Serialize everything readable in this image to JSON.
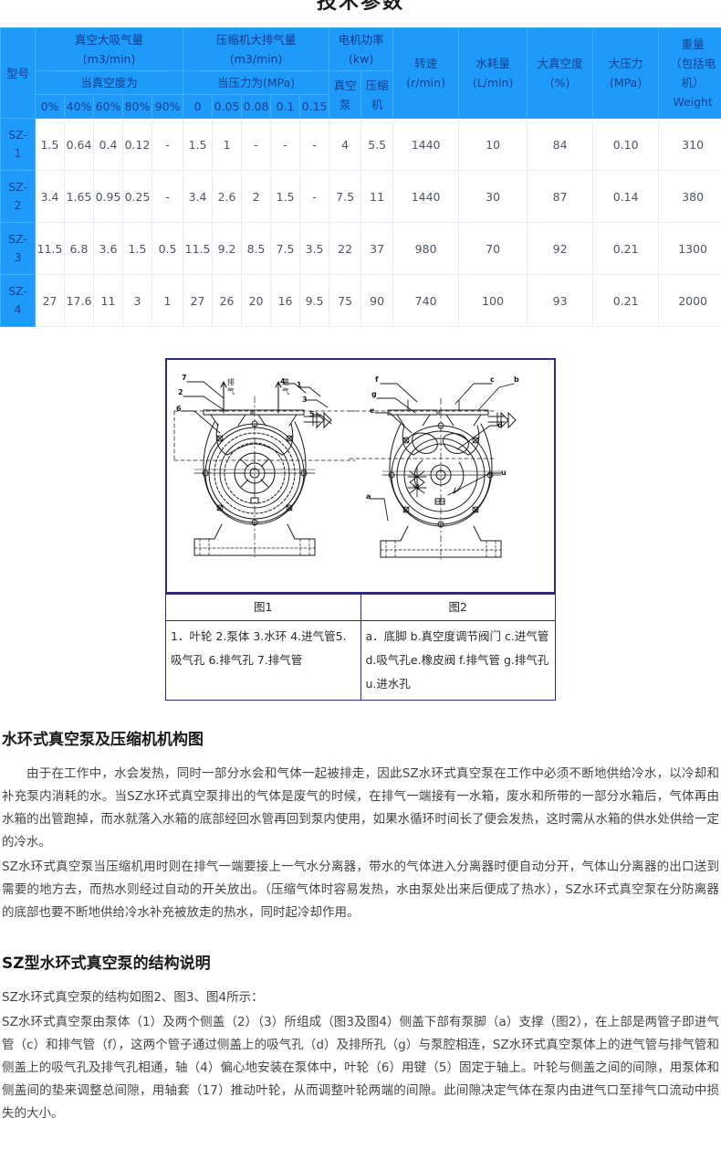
{
  "page": {
    "title": "技术参数"
  },
  "spec_table": {
    "headers": {
      "model": "型号",
      "vacuum_group": "真空大吸气量",
      "vacuum_group_unit": "(m3/min)",
      "vacuum_sub": "当真空度为",
      "compressor_group": "压缩机大排气量",
      "compressor_group_unit": "(m3/min)",
      "compressor_sub": "当压力为(MPa)",
      "motor_group": "电机功率",
      "motor_group_unit": "(kw)",
      "motor_vacuum_l1": "真空",
      "motor_vacuum_l2": "泵",
      "motor_compressor_l1": "压缩",
      "motor_compressor_l2": "机",
      "speed_l1": "转速",
      "speed_l2": "(r/min)",
      "water_l1": "水耗量",
      "water_l2": "(L/min)",
      "maxvac_l1": "大真空度",
      "maxvac_l2": "(%)",
      "maxpress_l1": "大压力",
      "maxpress_l2": "(MPa)",
      "weight_l1": "重量",
      "weight_l2": "（包括电",
      "weight_l3": "机）",
      "weight_l4": "Weight",
      "vacuum_cols": [
        "0%",
        "40%",
        "60%",
        "80%",
        "90%"
      ],
      "pressure_cols": [
        "0",
        "0.05",
        "0.08",
        "0.1",
        "0.15"
      ]
    },
    "rows": [
      {
        "model_l1": "SZ-",
        "model_l2": "1",
        "vacuum": [
          "1.5",
          "0.64",
          "0.4",
          "0.12",
          "-"
        ],
        "pressure": [
          "1.5",
          "1",
          "-",
          "-",
          "-"
        ],
        "motor_vacuum": "4",
        "motor_compressor": "5.5",
        "speed": "1440",
        "water": "10",
        "max_vacuum": "84",
        "max_pressure": "0.10",
        "weight": "310"
      },
      {
        "model_l1": "SZ-",
        "model_l2": "2",
        "vacuum": [
          "3.4",
          "1.65",
          "0.95",
          "0.25",
          "-"
        ],
        "pressure": [
          "3.4",
          "2.6",
          "2",
          "1.5",
          "-"
        ],
        "motor_vacuum": "7.5",
        "motor_compressor": "11",
        "speed": "1440",
        "water": "30",
        "max_vacuum": "87",
        "max_pressure": "0.14",
        "weight": "380"
      },
      {
        "model_l1": "SZ-",
        "model_l2": "3",
        "vacuum": [
          "11.5",
          "6.8",
          "3.6",
          "1.5",
          "0.5"
        ],
        "pressure": [
          "11.5",
          "9.2",
          "8.5",
          "7.5",
          "3.5"
        ],
        "motor_vacuum": "22",
        "motor_compressor": "37",
        "speed": "980",
        "water": "70",
        "max_vacuum": "92",
        "max_pressure": "0.21",
        "weight": "1300"
      },
      {
        "model_l1": "SZ-",
        "model_l2": "4",
        "vacuum": [
          "27",
          "17.6",
          "11",
          "3",
          "1"
        ],
        "pressure": [
          "27",
          "26",
          "20",
          "16",
          "9.5"
        ],
        "motor_vacuum": "75",
        "motor_compressor": "90",
        "speed": "740",
        "water": "100",
        "max_vacuum": "93",
        "max_pressure": "0.21",
        "weight": "2000"
      }
    ]
  },
  "diagram": {
    "fig1_labels": {
      "discharge": "排气",
      "intake": "进气",
      "callouts": [
        "7",
        "2",
        "6",
        "4",
        "1",
        "3",
        "5"
      ]
    },
    "fig2_labels": {
      "callouts": [
        "f",
        "g",
        "e",
        "c",
        "b",
        "d",
        "u",
        "a"
      ]
    },
    "caption_fig1_title": "图1",
    "caption_fig2_title": "图2",
    "caption_fig1_text": "1．叶轮 2.泵体 3.水环 4.进气管5.吸气孔 6.排气孔 7.排气管",
    "caption_fig2_text": "a．底脚 b.真空度调节阀门 c.进气管 d.吸气孔e.橡皮阀 f.排气管 g.排气孔 u.进水孔"
  },
  "article": {
    "section1_heading": "水环式真空泵及压缩机机构图",
    "section1_p1": "由于在工作中，水会发热，同时一部分水会和气体一起被排走，因此SZ水环式真空泵在工作中必须不断地供给冷水，以冷却和补充泵内消耗的水。当SZ水环式真空泵排出的气体是废气的时候，在排气一端接有一水箱，废水和所带的一部分水箱后，气体再由水箱的出管跑掉，而水就落入水箱的底部经回水管再回到泵内使用，如果水循环时间长了便会发热，这时需从水箱的供水处供给一定的冷水。",
    "section1_p2": "SZ水环式真空泵当压缩机用时则在排气一端要接上一气水分离器，带水的气体进入分离器时便自动分开，气体山分离器的出口送到需要的地方去，而热水则经过自动的开关放出。（压缩气体时容易发热，水由泵处出来后便成了热水），SZ水环式真空泵在分防离器的底部也要不断地供给冷水补充被放走的热水，同时起冷却作用。",
    "section2_heading": "SZ型水环式真空泵的结构说明",
    "section2_p1": "SZ水环式真空泵的结构如图2、图3、图4所示：",
    "section2_p2": "SZ水环式真空泵由泵体（1）及两个侧盖（2）（3）所组成（图3及图4）侧盖下部有泵脚（a）支撑（图2），在上部是两管子即进气管（c）和排气管（f），这两个管子通过侧盖上的吸气孔（d）及排所孔（g）与泵腔相连，SZ水环式真空泵体上的进气管与排气管和侧盖上的吸气孔及排气孔相通，轴（4）偏心地安装在泵体中，叶轮（6）用键（5）固定于轴上。叶轮与侧盖之间的间隙，用泵体和侧盖间的垫来调整总间隙，用轴套（17）推动叶轮，从而调整叶轮两端的间隙。此间隙决定气体在泵内由进气口至排气口流动中损失的大小。"
  },
  "colors": {
    "header_blue": "#1e9bfa",
    "header_text": "#173f8f",
    "cell_border": "#e6eef6",
    "diagram_border": "#2c2c7a",
    "body_text": "#444444"
  }
}
